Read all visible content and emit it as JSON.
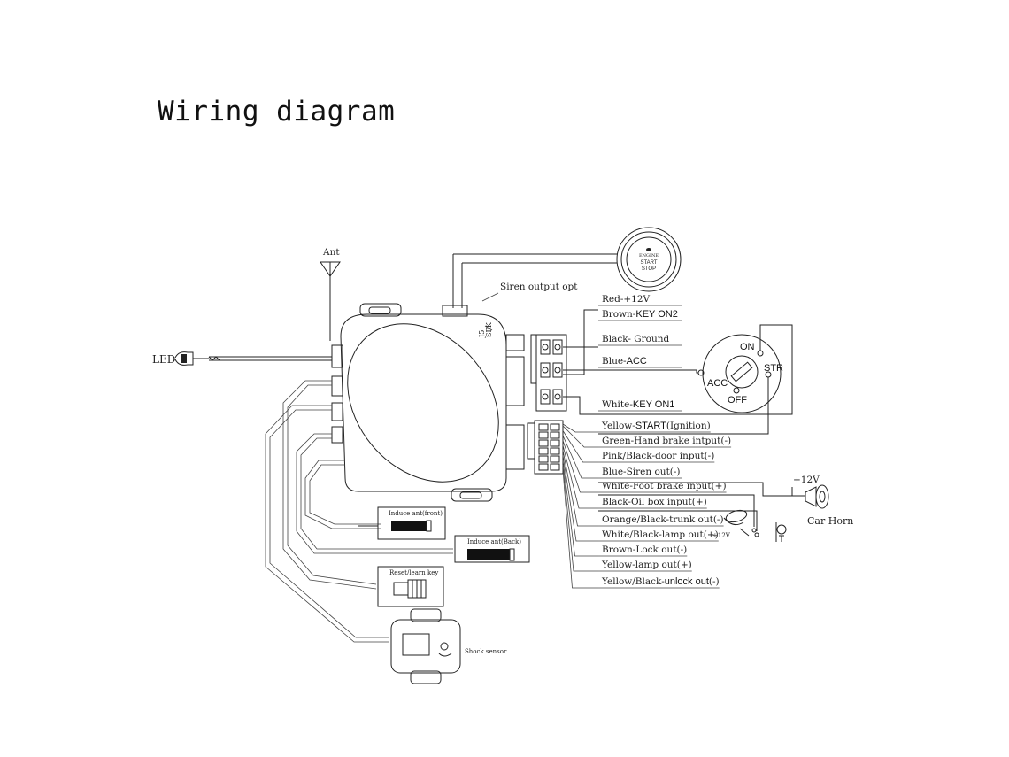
{
  "title": "Wiring diagram",
  "labels": {
    "ant": "Ant",
    "led": "LED",
    "siren_output": "Siren output opt",
    "jack": "J5",
    "spk": "SPK",
    "button_top": "ENGINE",
    "button_start": "START",
    "button_stop": "STOP",
    "on": "ON",
    "str": "STR",
    "acc": "ACC",
    "off": "OFF",
    "plus12v_horn": "+12V",
    "car_horn": "Car Horn",
    "plus12v_lamp": "+12V",
    "induce_front": "Induce ant(front)",
    "induce_back": "Induce ant(Back)",
    "reset_learn": "Reset/learn key",
    "shock_sensor": "Shock sensor"
  },
  "wires": [
    {
      "prefix": "Red-+12V",
      "suffix": ""
    },
    {
      "prefix": "Brown-",
      "suffix": "KEY ON2"
    },
    {
      "prefix": "Black- Ground",
      "suffix": ""
    },
    {
      "prefix": "Blue-",
      "suffix": "ACC"
    },
    {
      "prefix": "White-",
      "suffix": "KEY ON1"
    },
    {
      "prefix": "Yellow-",
      "suffix": "START",
      "tail": "(Ignition)"
    },
    {
      "prefix": "Green-Hand brake intput(-)",
      "suffix": ""
    },
    {
      "prefix": "Pink/Black-door input(-)",
      "suffix": ""
    },
    {
      "prefix": "Blue-Siren out(-)",
      "suffix": ""
    },
    {
      "prefix": "White-Foot brake input(+)",
      "suffix": ""
    },
    {
      "prefix": "Black-Oil box input(+)",
      "suffix": ""
    },
    {
      "prefix": "Orange/Black-trunk out(-)",
      "suffix": ""
    },
    {
      "prefix": "White/Black-lamp out(+)",
      "suffix": ""
    },
    {
      "prefix": "Brown-Lock out(-)",
      "suffix": ""
    },
    {
      "prefix": "Yellow-lamp out(+)",
      "suffix": ""
    },
    {
      "prefix": "Yellow/Black-",
      "suffix": "unlock out",
      "tail": "(-)"
    }
  ]
}
